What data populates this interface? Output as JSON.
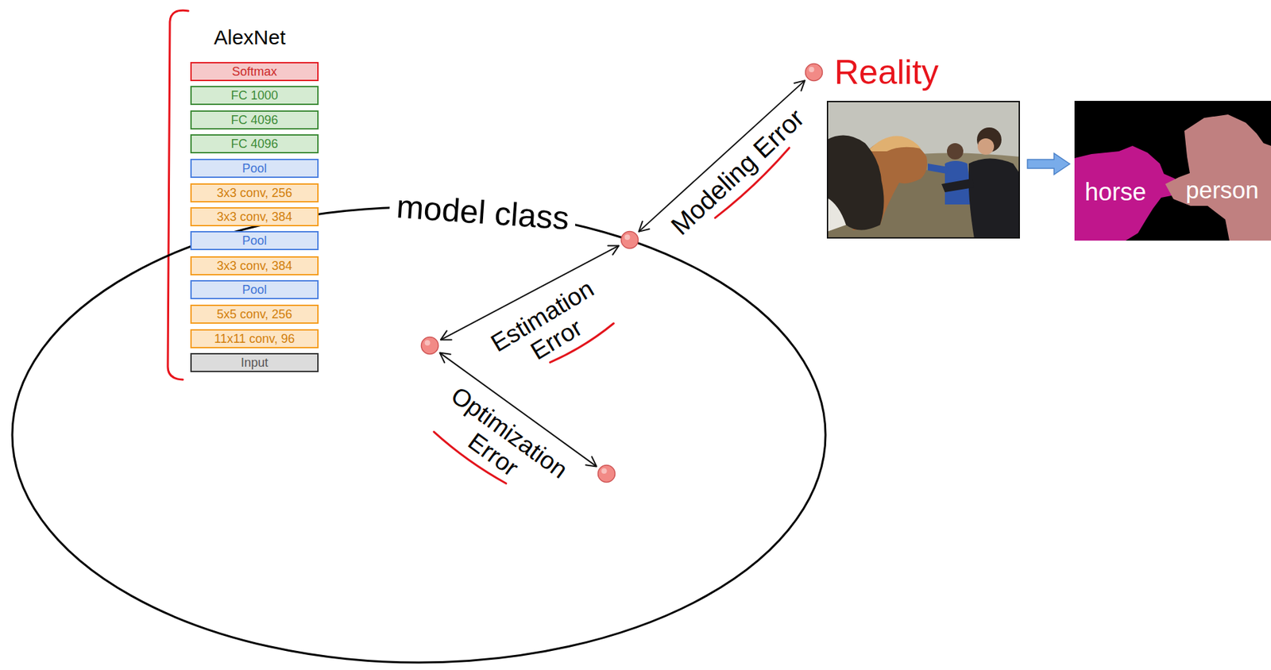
{
  "diagram": {
    "nodes": [
      {
        "text": [
          "Softmax"
        ]
      },
      {
        "text": [
          "FC 1000"
        ]
      },
      {
        "text": [
          "FC 4096"
        ]
      },
      {
        "text": [
          "FC 4096"
        ]
      },
      {
        "text": [
          "Pool"
        ]
      },
      {
        "text": [
          "3x3 conv, 256"
        ]
      },
      {
        "text": [
          "3x3 conv, 384"
        ]
      },
      {
        "text": [
          "Pool"
        ]
      },
      {
        "text": [
          "3x3 conv, 384"
        ]
      },
      {
        "text": [
          "Pool"
        ]
      },
      {
        "text": [
          "5x5 conv, 256"
        ]
      },
      {
        "text": [
          "11x11 conv, 96"
        ]
      },
      {
        "text": [
          "Input"
        ]
      },
      {
        "text": [
          "Reality"
        ]
      },
      {
        "text": [
          "model class"
        ]
      },
      {
        "text": [],
        "in": 14
      },
      {
        "text": [],
        "in": 14
      },
      {
        "text": [],
        "in": 14
      }
    ],
    "edges": [
      {
        "from": 15,
        "to": 13,
        "label": "Modeling Error",
        "arrow": "both"
      },
      {
        "from": 16,
        "to": 15,
        "label": "Estimation Error",
        "arrow": "both"
      },
      {
        "from": 16,
        "to": 17,
        "label": "Optimization Error",
        "arrow": "both"
      }
    ],
    "labels": [
      "AlexNet",
      "horse",
      "person"
    ]
  }
}
